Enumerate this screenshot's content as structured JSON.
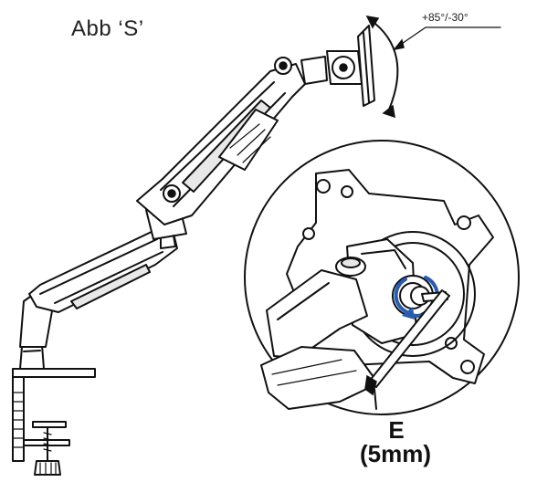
{
  "figure": {
    "title": "Abb ‘S’",
    "angle_label": "+85°/-30°",
    "tool_letter": "E",
    "tool_size": "(5mm)"
  },
  "colors": {
    "line": "#111111",
    "accent": "#2a5cae",
    "background": "#ffffff"
  }
}
